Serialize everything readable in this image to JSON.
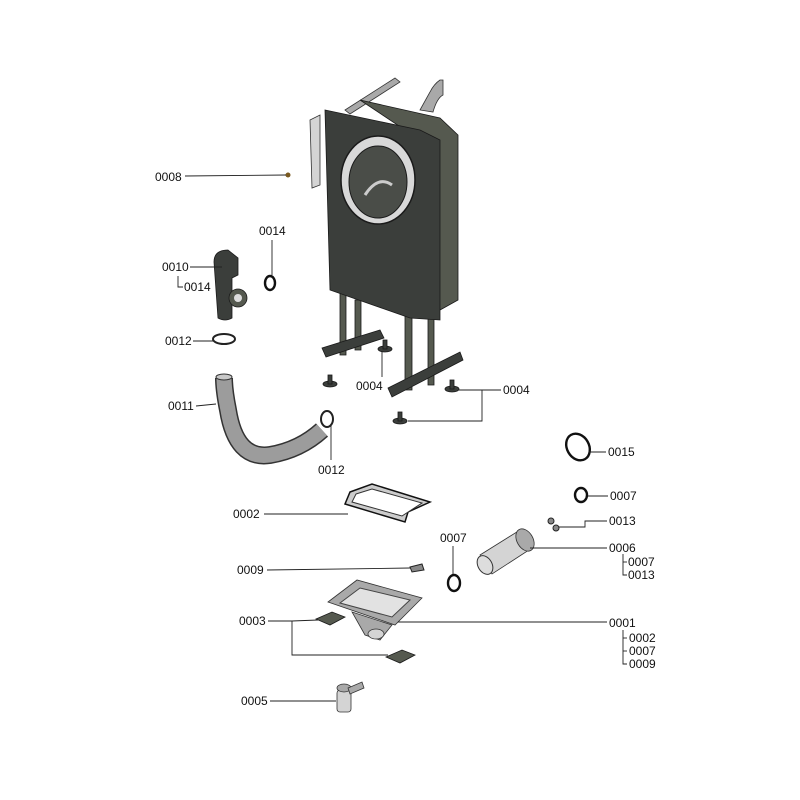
{
  "diagram": {
    "labels": {
      "p0008": "0008",
      "p0014_top": "0014",
      "p0010": "0010",
      "p0010_sub": "0014",
      "p0012_a": "0012",
      "p0011": "0011",
      "p0012_b": "0012",
      "p0004_a": "0004",
      "p0004_b": "0004",
      "p0015": "0015",
      "p0007_a": "0007",
      "p0013": "0013",
      "p0006": "0006",
      "p0006_sub1": "0007",
      "p0006_sub2": "0013",
      "p0007_b": "0007",
      "p0002": "0002",
      "p0009": "0009",
      "p0003": "0003",
      "p0001": "0001",
      "p0001_sub1": "0002",
      "p0001_sub2": "0007",
      "p0001_sub3": "0009",
      "p0005": "0005"
    }
  }
}
